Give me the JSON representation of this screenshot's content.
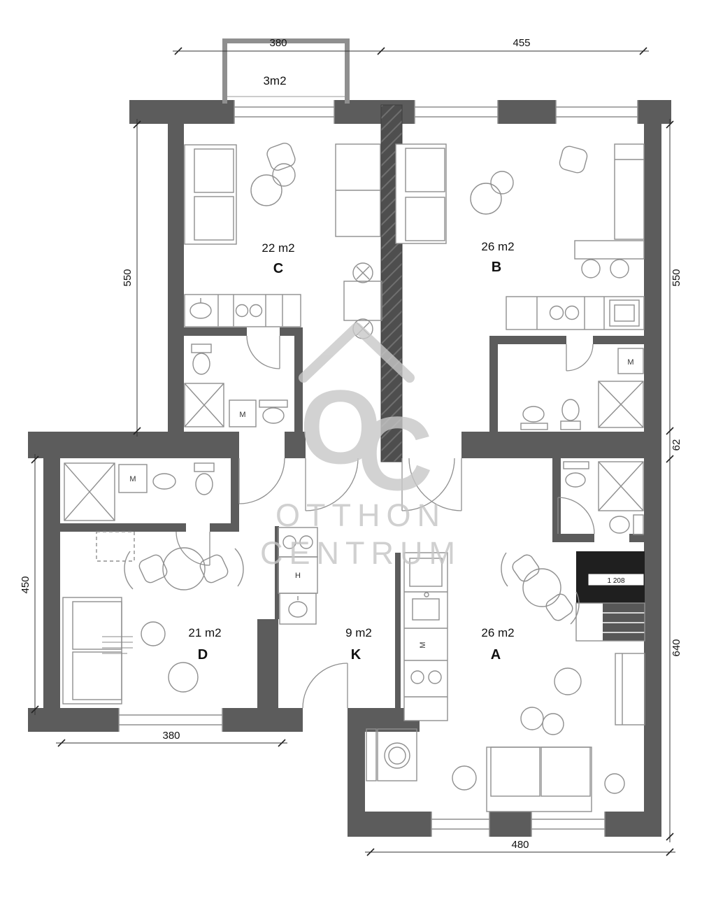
{
  "plan": {
    "brand_watermark": {
      "logo_o": "O",
      "logo_c": "C",
      "name_line1": "OTTHON",
      "name_line2": "CENTRUM"
    },
    "rooms": {
      "balcony": {
        "area": "3m2"
      },
      "c": {
        "area": "22 m2",
        "label": "C"
      },
      "b": {
        "area": "26 m2",
        "label": "B"
      },
      "d": {
        "area": "21 m2",
        "label": "D"
      },
      "k": {
        "area": "9 m2",
        "label": "K"
      },
      "a": {
        "area": "26 m2",
        "label": "A"
      }
    },
    "dimensions": {
      "top_left": "380",
      "top_right": "455",
      "left_upper": "550",
      "left_lower": "450",
      "right_upper": "550",
      "right_middle": "62",
      "right_lower": "640",
      "bottom_left": "380",
      "bottom_center": "480"
    },
    "markers": {
      "washing_machine": "M",
      "hob": "H",
      "stair_level": "1 208"
    },
    "colors": {
      "wall": "#5c5c5c",
      "furniture_line": "#8f8f8f",
      "dimension": "#222222",
      "watermark": "#c5c5c5",
      "stair_block": "#1f1f1f"
    }
  }
}
